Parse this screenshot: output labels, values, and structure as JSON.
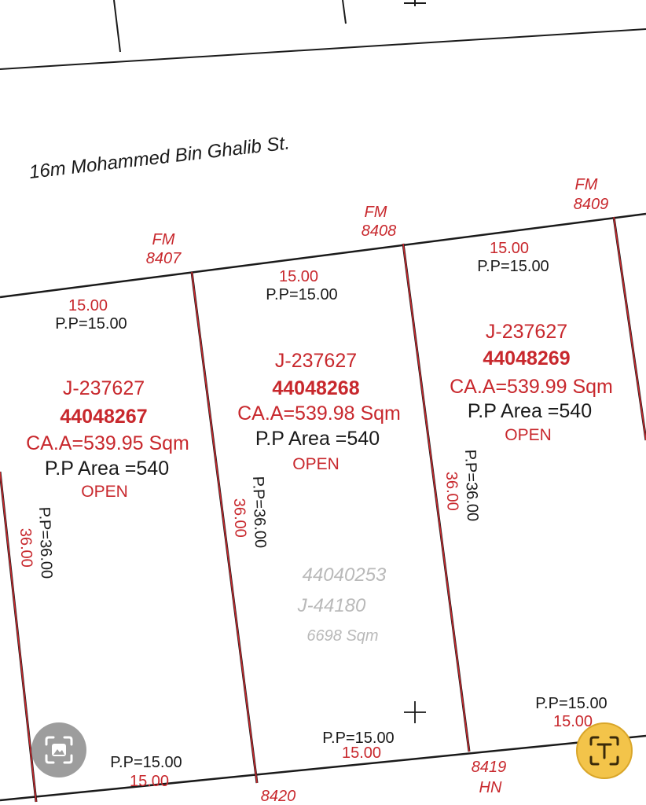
{
  "street": {
    "label": "16m Mohammed  Bin  Ghalib  St."
  },
  "markers": [
    {
      "fm": "FM",
      "num": "8407"
    },
    {
      "fm": "FM",
      "num": "8408"
    },
    {
      "fm": "FM",
      "num": "8409"
    }
  ],
  "plots": [
    {
      "front": "15.00",
      "front_pp": "P.P=15.00",
      "ref": "J-237627",
      "id": "44048267",
      "ca": "CA.A=539.95 Sqm",
      "pp_area": "P.P Area =540",
      "status": "OPEN",
      "side_pp": "P.P=36.00",
      "side": "36.00",
      "back_pp": "P.P=15.00",
      "back": "15.00"
    },
    {
      "front": "15.00",
      "front_pp": "P.P=15.00",
      "ref": "J-237627",
      "id": "44048268",
      "ca": "CA.A=539.98 Sqm",
      "pp_area": "P.P Area =540",
      "status": "OPEN",
      "side_pp": "P.P=36.00",
      "side": "36.00",
      "back_pp": "P.P=15.00",
      "back": "15.00"
    },
    {
      "front": "15.00",
      "front_pp": "P.P=15.00",
      "ref": "J-237627",
      "id": "44048269",
      "ca": "CA.A=539.99 Sqm",
      "pp_area": "P.P Area =540",
      "status": "OPEN",
      "side_pp": "P.P=36.00",
      "side": "36.00",
      "back_pp": "P.P=15.00",
      "back": "15.00"
    }
  ],
  "parent_plot": {
    "id": "44040253",
    "ref": "J-44180",
    "area": "6698 Sqm"
  },
  "bottom_markers": [
    {
      "num": "8420"
    },
    {
      "num": "8419",
      "suffix": "HN"
    }
  ],
  "colors": {
    "boundary": "#c8282d",
    "text": "#1a1a1a",
    "faded": "#b9b9b9",
    "lens_button": "#8c8c8c",
    "text_button": "#f3c44a"
  },
  "icons": {
    "lens": "image-search-icon",
    "text": "text-select-icon"
  }
}
